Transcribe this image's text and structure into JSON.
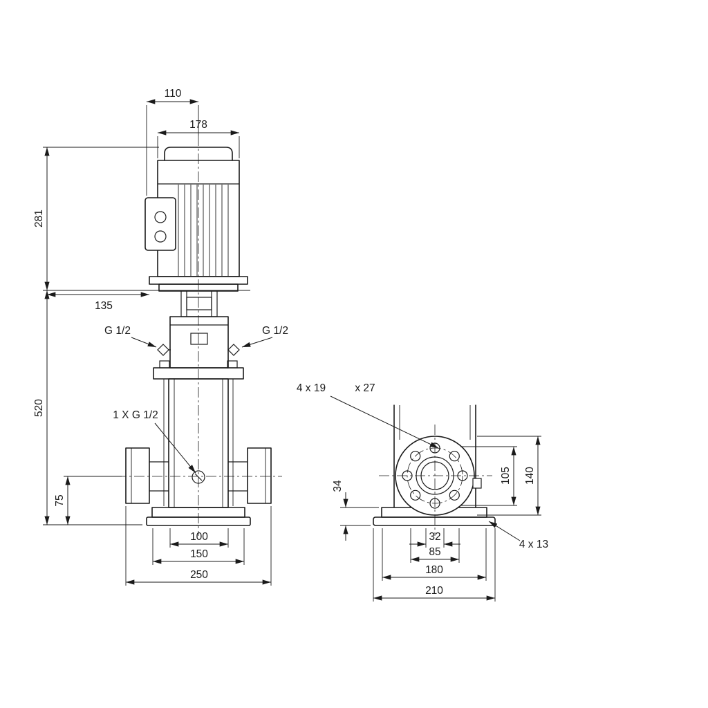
{
  "colors": {
    "line": "#1a1a1a",
    "background": "#ffffff"
  },
  "front_view": {
    "d110": "110",
    "d178": "178",
    "d281": "281",
    "d135": "135",
    "d520": "520",
    "d75": "75",
    "d100": "100",
    "d150": "150",
    "d250": "250",
    "port_left": "G 1/2",
    "port_right": "G 1/2",
    "drain": "1 X G 1/2"
  },
  "side_view": {
    "flange_holes": "4 x 19",
    "flange_holes_cb": "x 27",
    "d105": "105",
    "d140": "140",
    "d34": "34",
    "d32": "32",
    "d85": "85",
    "d180": "180",
    "d210": "210",
    "base_holes": "4 x 13"
  }
}
